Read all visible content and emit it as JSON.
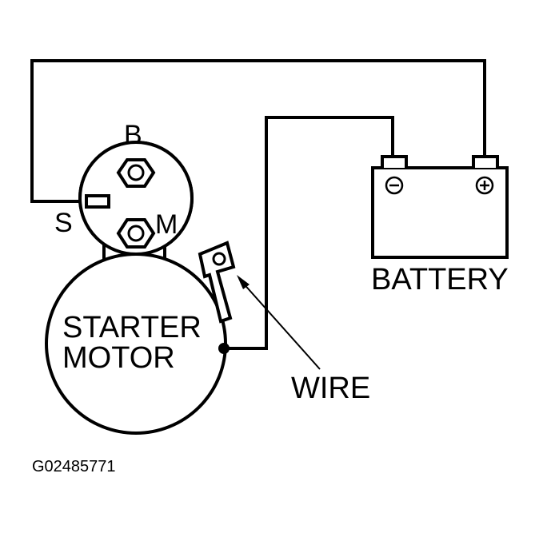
{
  "labels": {
    "terminal_b": "B",
    "terminal_s": "S",
    "terminal_m": "M",
    "starter_line1": "STARTER",
    "starter_line2": "MOTOR",
    "battery": "BATTERY",
    "wire": "WIRE",
    "figure_id": "G02485771"
  },
  "icons": {
    "battery_negative": "minus-circle-icon",
    "battery_positive": "plus-circle-icon"
  },
  "colors": {
    "line": "#000000",
    "background": "#ffffff"
  }
}
